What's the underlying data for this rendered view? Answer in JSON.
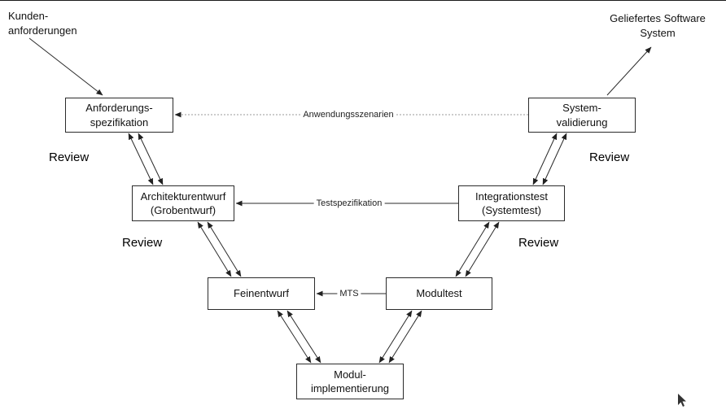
{
  "external_labels": {
    "input": {
      "line1": "Kunden-",
      "line2": "anforderungen"
    },
    "output": {
      "line1": "Geliefertes Software",
      "line2": "System"
    }
  },
  "boxes": {
    "anforderungsspezifikation": {
      "line1": "Anforderungs-",
      "line2": "spezifikation"
    },
    "systemvalidierung": {
      "line1": "System-",
      "line2": "validierung"
    },
    "architekturentwurf": {
      "line1": "Architekturentwurf",
      "line2": "(Grobentwurf)"
    },
    "integrationstest": {
      "line1": "Integrationstest",
      "line2": "(Systemtest)"
    },
    "feinentwurf": {
      "line1": "Feinentwurf"
    },
    "modultest": {
      "line1": "Modultest"
    },
    "modulimplementierung": {
      "line1": "Modul-",
      "line2": "implementierung"
    }
  },
  "connector_labels": {
    "anwendungsszenarien": "Anwendungsszenarien",
    "testspezifikation": "Testspezifikation",
    "mts": "MTS"
  },
  "review_labels": {
    "left_top": "Review",
    "left_mid": "Review",
    "right_top": "Review",
    "right_mid": "Review"
  },
  "colors": {
    "line": "#2a2a2a",
    "dotted_line": "#999999",
    "box_border": "#2b2b2b"
  }
}
